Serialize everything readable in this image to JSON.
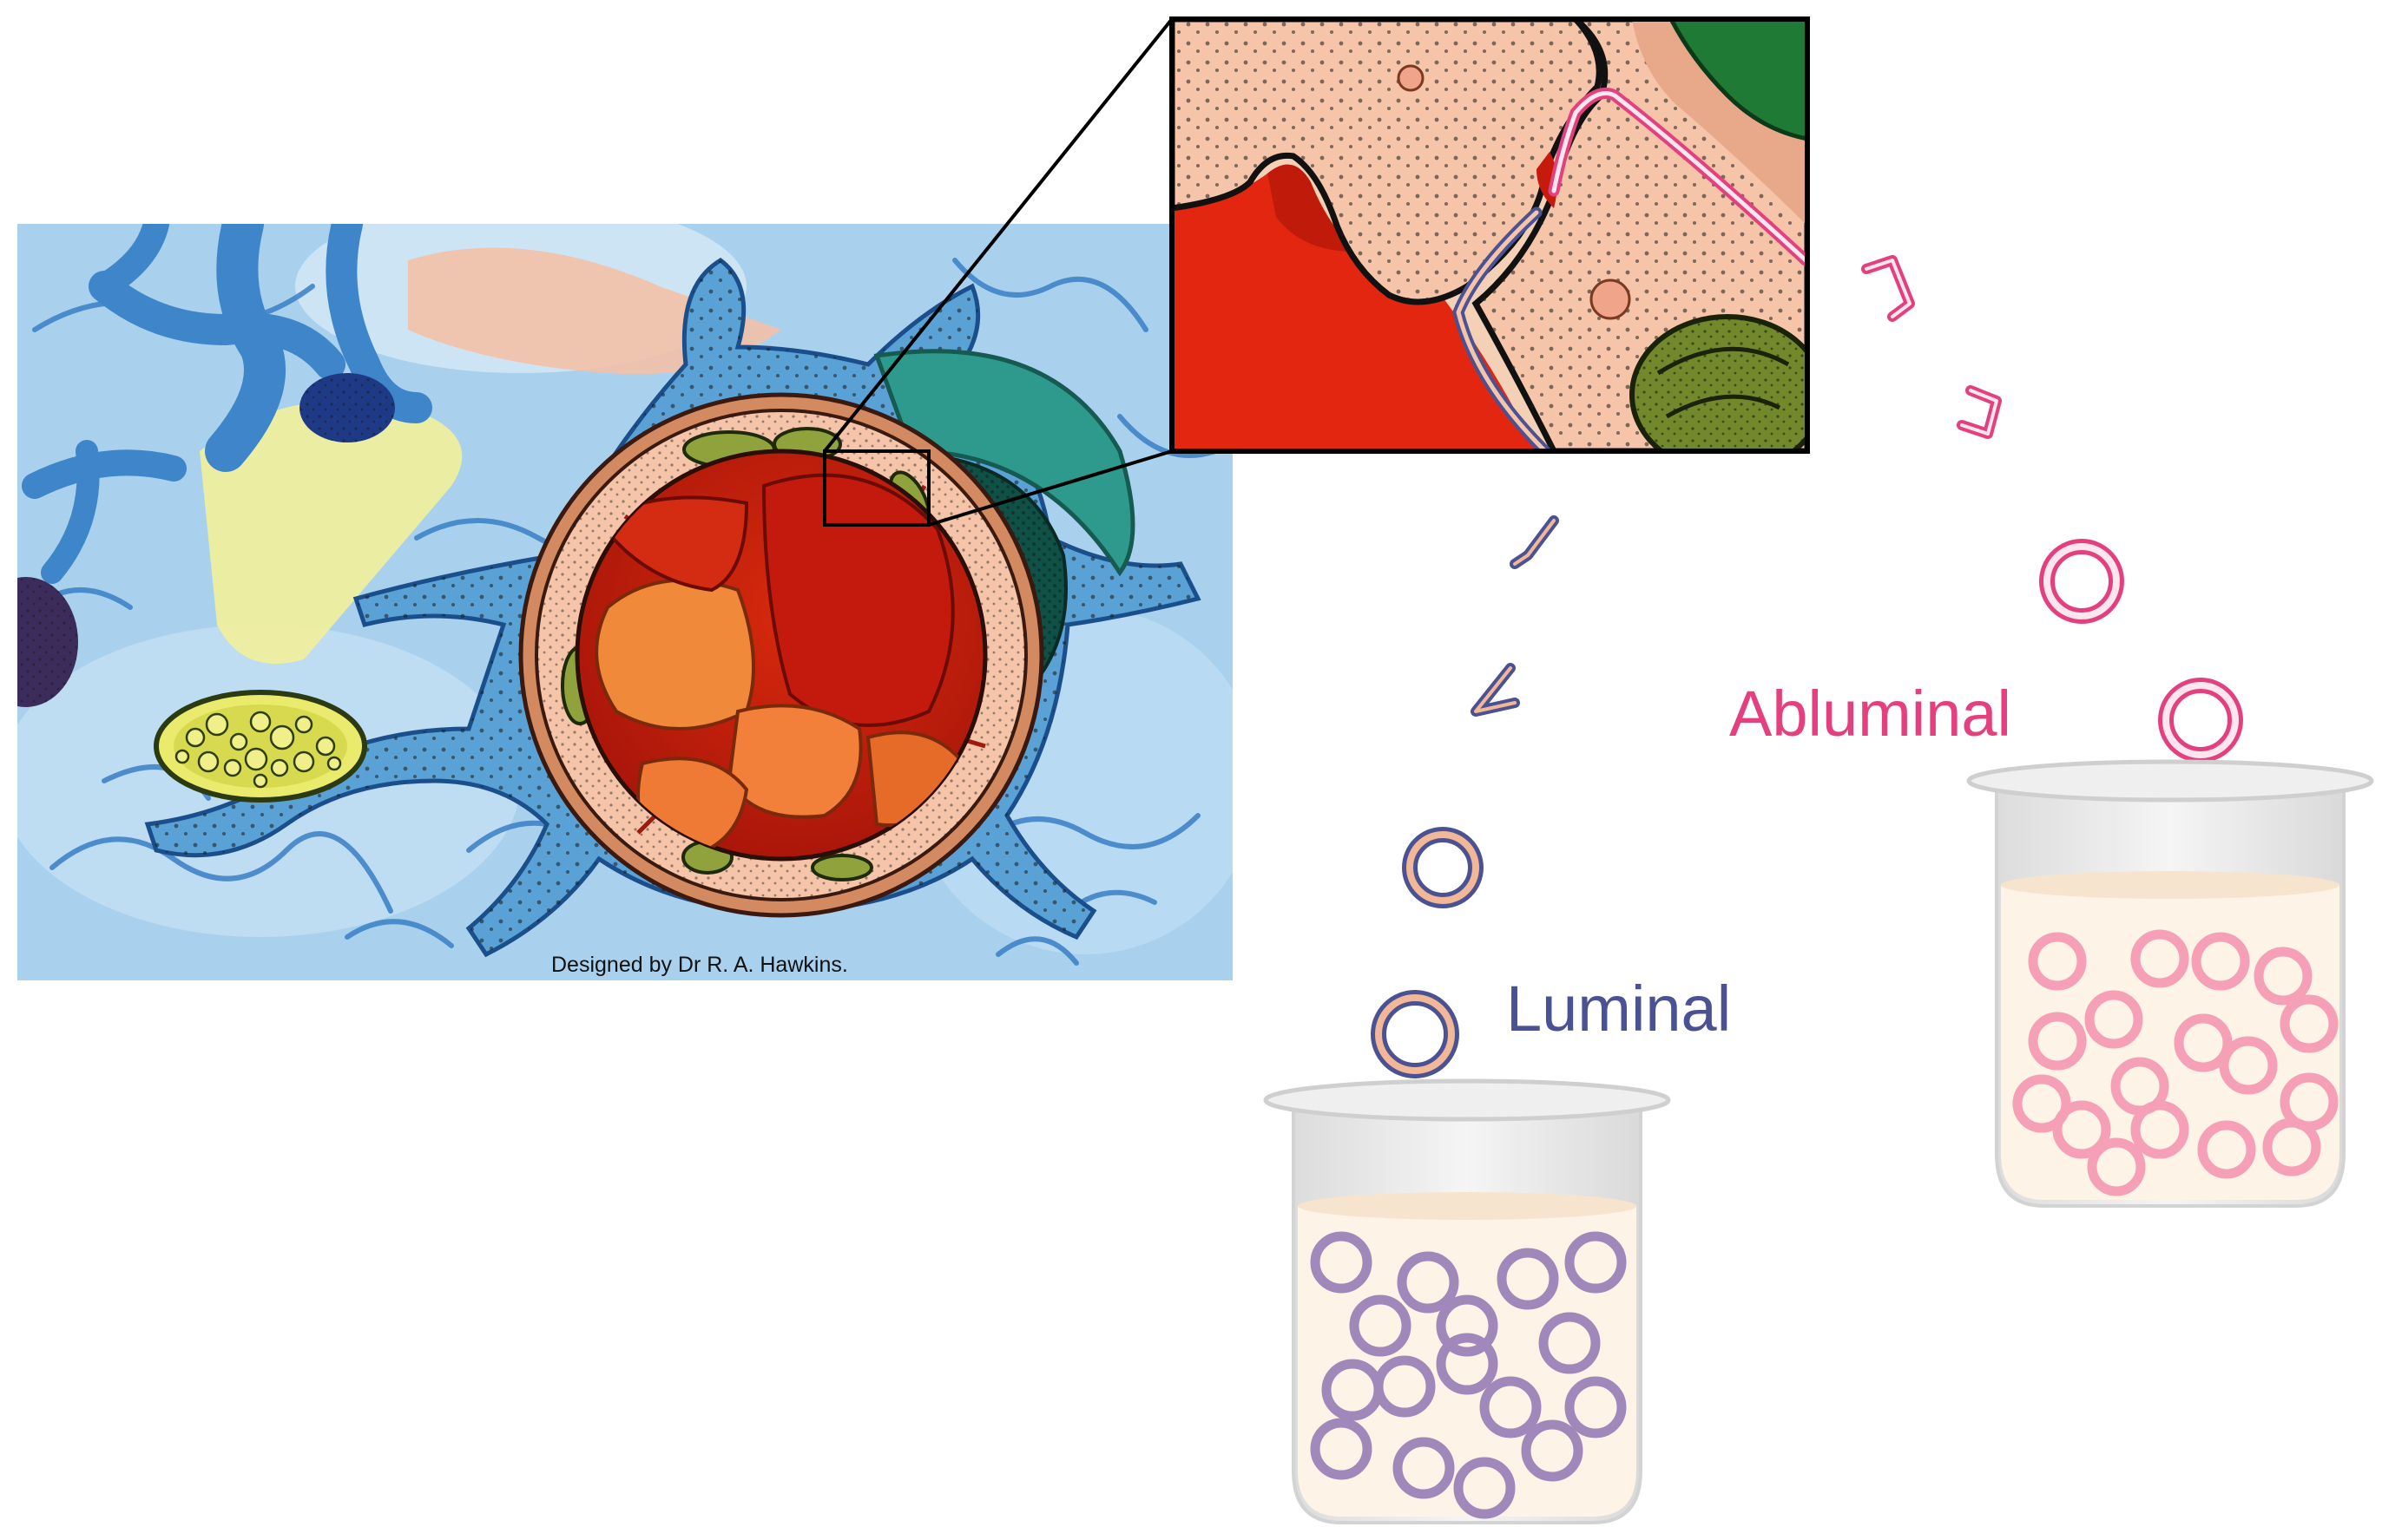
{
  "figure": {
    "credit": "Designed by Dr R. A. Hawkins.",
    "labels": {
      "luminal": "Luminal",
      "abluminal": "Abluminal"
    }
  },
  "colors": {
    "luminal": "#4a5294",
    "abluminal": "#e4407f",
    "luminal_vesicle_fill": "#f2b796",
    "abluminal_vesicle_fill": "#fde6ee",
    "beaker_luminal_vesicle": "#9d83b8",
    "beaker_abluminal_vesicle": "#f59cb5",
    "blood": "#e3260f",
    "endothelium": "#f5c4a9",
    "mitochondrion": "#71892a",
    "astrocyte": "#5aa2d6",
    "background_tissue": "#a9d1ee"
  }
}
